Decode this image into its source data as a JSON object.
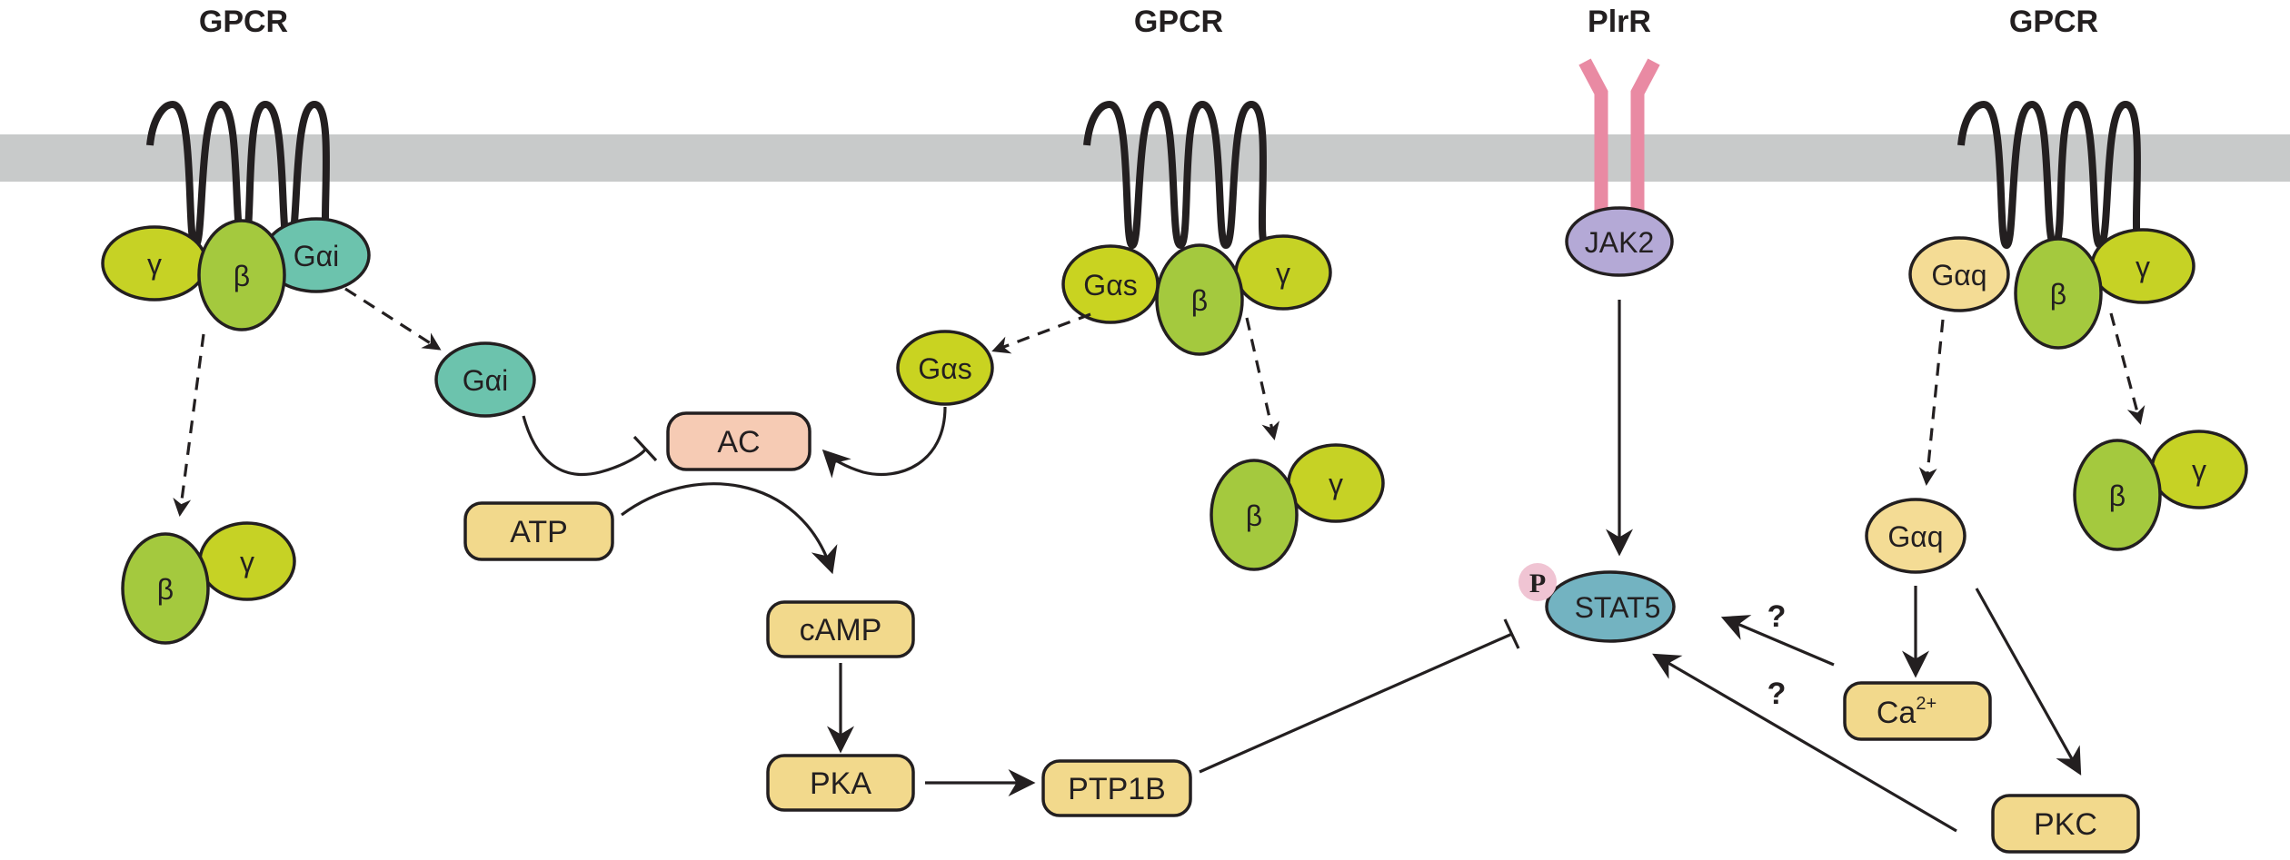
{
  "headers": {
    "gpcr1": "GPCR",
    "gpcr2": "GPCR",
    "plrr": "PlrR",
    "gpcr3": "GPCR"
  },
  "labels": {
    "gamma": "γ",
    "beta": "β",
    "g_alpha_i": "Gαi",
    "g_alpha_s": "Gαs",
    "g_alpha_q": "Gαq",
    "jak2": "JAK2",
    "ac": "AC",
    "atp": "ATP",
    "camp": "cAMP",
    "pka": "PKA",
    "ptp1b": "PTP1B",
    "stat5": "STAT5",
    "phospho": "P",
    "calcium": "Ca",
    "calcium_charge": "2+",
    "pkc": "PKC",
    "question": "?"
  },
  "colors": {
    "membrane": "#c8caca",
    "gamma": "#c6d225",
    "beta": "#a4c93e",
    "g_alpha_i": "#6cc3ad",
    "g_alpha_s": "#c9d321",
    "g_alpha_q": "#f4dc95",
    "jak2": "#b4a9d6",
    "receptor": "#e98aa3",
    "ac": "#f6cbb4",
    "metabolite": "#f2d98c",
    "stat5": "#73b3c1",
    "phospho": "#f0c4d3"
  }
}
